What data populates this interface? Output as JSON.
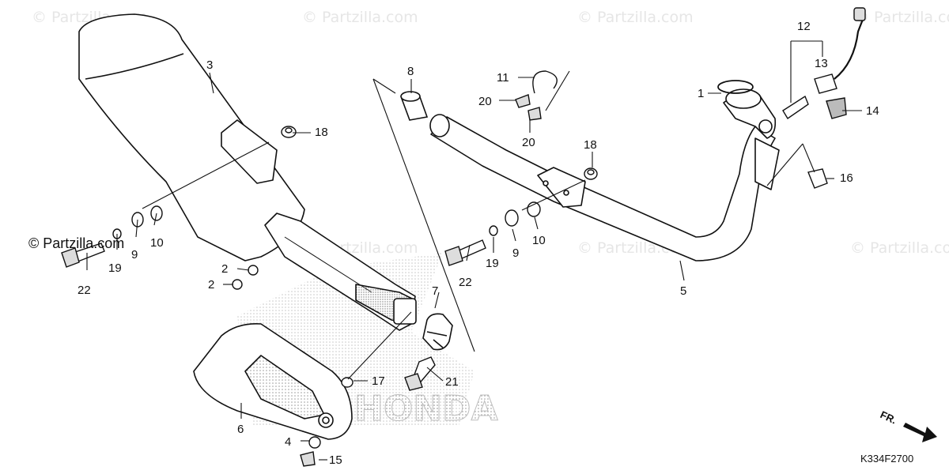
{
  "watermark": "© Partzilla.com",
  "copyright_label": "© Partzilla.com",
  "diagram_code": "K334F2700",
  "direction_label": "FR.",
  "brand_mark": "HONDA",
  "callouts": [
    {
      "id": "c1",
      "label": "1"
    },
    {
      "id": "c2a",
      "label": "2"
    },
    {
      "id": "c2b",
      "label": "2"
    },
    {
      "id": "c3",
      "label": "3"
    },
    {
      "id": "c4",
      "label": "4"
    },
    {
      "id": "c5",
      "label": "5"
    },
    {
      "id": "c6",
      "label": "6"
    },
    {
      "id": "c7",
      "label": "7"
    },
    {
      "id": "c8",
      "label": "8"
    },
    {
      "id": "c9a",
      "label": "9"
    },
    {
      "id": "c9b",
      "label": "9"
    },
    {
      "id": "c10a",
      "label": "10"
    },
    {
      "id": "c10b",
      "label": "10"
    },
    {
      "id": "c11",
      "label": "11"
    },
    {
      "id": "c12",
      "label": "12"
    },
    {
      "id": "c13",
      "label": "13"
    },
    {
      "id": "c14",
      "label": "14"
    },
    {
      "id": "c15",
      "label": "15"
    },
    {
      "id": "c16",
      "label": "16"
    },
    {
      "id": "c17",
      "label": "17"
    },
    {
      "id": "c18a",
      "label": "18"
    },
    {
      "id": "c18b",
      "label": "18"
    },
    {
      "id": "c19a",
      "label": "19"
    },
    {
      "id": "c19b",
      "label": "19"
    },
    {
      "id": "c20a",
      "label": "20"
    },
    {
      "id": "c20b",
      "label": "20"
    },
    {
      "id": "c21",
      "label": "21"
    },
    {
      "id": "c22a",
      "label": "22"
    },
    {
      "id": "c22b",
      "label": "22"
    }
  ]
}
